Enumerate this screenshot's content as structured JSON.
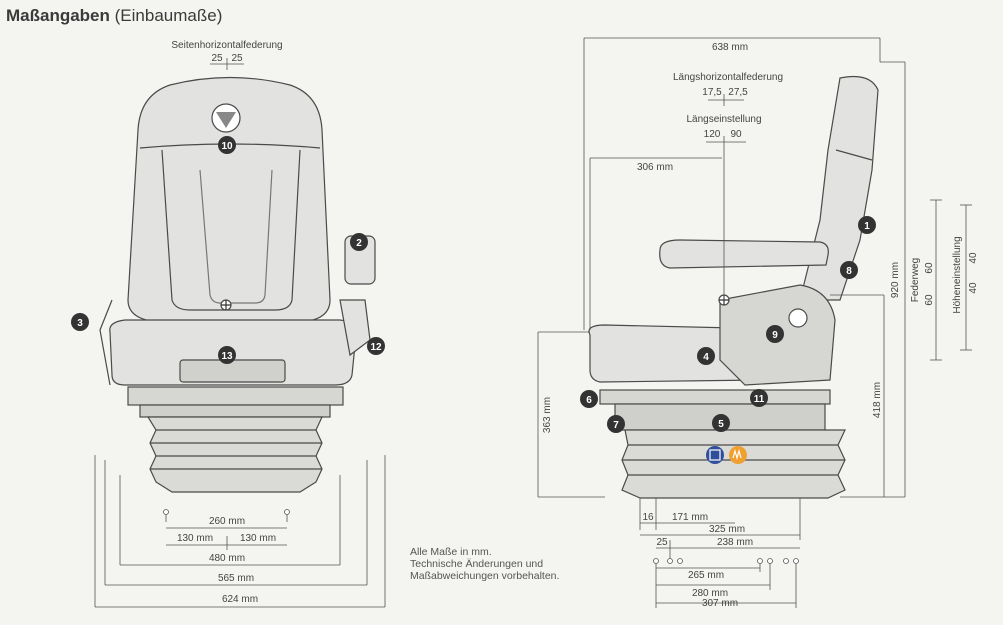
{
  "title": {
    "bold": "Maßangaben",
    "normal": "(Einbaumaße)"
  },
  "notes": [
    "Alle Maße in mm.",
    "Technische Änderungen und",
    "Maßabweichungen vorbehalten."
  ],
  "front": {
    "seitenhorizontal_label": "Seitenhorizontalfederung",
    "seitenhorizontal_left": "25",
    "seitenhorizontal_right": "25",
    "dim_260": "260 mm",
    "dim_130a": "130 mm",
    "dim_130b": "130 mm",
    "dim_480": "480 mm",
    "dim_565": "565 mm",
    "dim_624": "624 mm"
  },
  "side": {
    "dim_638": "638 mm",
    "laengshorizontal_label": "Längshorizontalfederung",
    "laengshorizontal_left": "17,5",
    "laengshorizontal_right": "27,5",
    "laengseinstellung_label": "Längseinstellung",
    "laengseinstellung_left": "120",
    "laengseinstellung_right": "90",
    "dim_306": "306 mm",
    "dim_920": "920 mm",
    "federweg_label": "Federweg",
    "federweg_a": "60",
    "federweg_b": "60",
    "hoehen_label": "Höheneinstellung",
    "hoehen_a": "40",
    "hoehen_b": "40",
    "dim_418": "418 mm",
    "dim_363": "363 mm",
    "dim_16": "16",
    "dim_171": "171 mm",
    "dim_325": "325 mm",
    "dim_25": "25",
    "dim_238": "238 mm",
    "dim_265": "265 mm",
    "dim_280": "280 mm",
    "dim_307": "307 mm"
  },
  "badges": {
    "b1": "1",
    "b2": "2",
    "b3": "3",
    "b4": "4",
    "b5": "5",
    "b6": "6",
    "b7": "7",
    "b8": "8",
    "b9": "9",
    "b10": "10",
    "b11": "11",
    "b12": "12",
    "b13": "13"
  },
  "colors": {
    "badge": "#333333",
    "seat": "#e2e2e0",
    "seat_stroke": "#4a4a4a",
    "line": "#555555",
    "icon_blue": "#2f4f9a",
    "icon_orange": "#f0a030"
  }
}
